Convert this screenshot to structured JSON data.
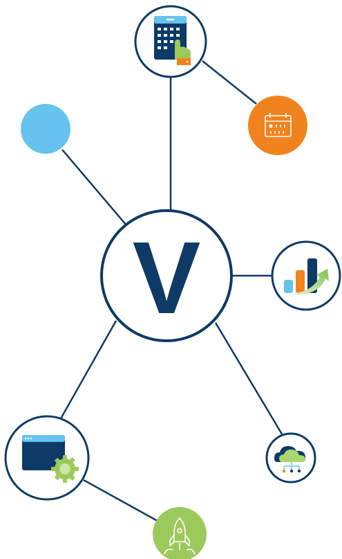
{
  "diagram": {
    "center": {
      "label": "V"
    },
    "colors": {
      "navy": "#0d3a66",
      "light_blue": "#65c3ee",
      "orange": "#f1831f",
      "light_green": "#9cc95b",
      "green_gradient_end": "#7fbf4a",
      "pale_green": "#c9e6a5",
      "white": "#ffffff"
    },
    "nodes": [
      {
        "id": "calculator",
        "icon": "calculator-touch-icon",
        "style": "outlined"
      },
      {
        "id": "calendar",
        "icon": "calendar-icon",
        "style": "filled",
        "fill": "orange"
      },
      {
        "id": "blank",
        "icon": "none",
        "style": "filled",
        "fill": "light_blue"
      },
      {
        "id": "growth",
        "icon": "bar-chart-growth-icon",
        "style": "outlined"
      },
      {
        "id": "cloud",
        "icon": "cloud-network-icon",
        "style": "outlined"
      },
      {
        "id": "settings-window",
        "icon": "browser-gear-icon",
        "style": "outlined"
      },
      {
        "id": "launch",
        "icon": "rocket-icon",
        "style": "filled",
        "fill": "light_green"
      }
    ],
    "connections": [
      [
        "center",
        "calculator"
      ],
      [
        "calculator",
        "calendar"
      ],
      [
        "center",
        "blank"
      ],
      [
        "center",
        "growth"
      ],
      [
        "center",
        "cloud"
      ],
      [
        "center",
        "settings-window"
      ],
      [
        "settings-window",
        "launch"
      ]
    ]
  }
}
